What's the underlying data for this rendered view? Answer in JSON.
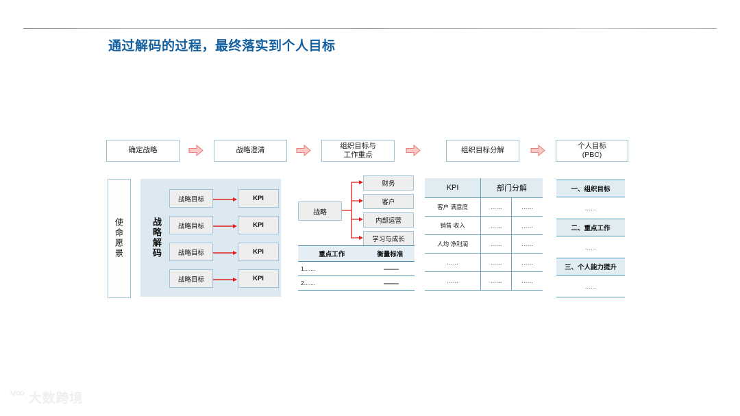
{
  "slide": {
    "title": "通过解码的过程，最终落实到个人目标"
  },
  "flow": {
    "steps": [
      {
        "label": "确定战略",
        "line1": "确定战略",
        "line2": ""
      },
      {
        "label": "战略澄清",
        "line1": "战略澄清",
        "line2": ""
      },
      {
        "label": "组织目标与工作重点",
        "line1": "组织目标与",
        "line2": "工作重点"
      },
      {
        "label": "组织目标分解",
        "line1": "组织目标分解",
        "line2": ""
      },
      {
        "label": "个人目标（PBC）",
        "line1": "个人目标",
        "line2": "(PBC)"
      }
    ],
    "arrow_icon": "right-arrow-icon",
    "arrow_color": "#f2a0a0"
  },
  "mission": {
    "label": "使命愿景"
  },
  "decode": {
    "label": "战略解码",
    "rows": [
      {
        "goal": "战略目标",
        "kpi": "KPI"
      },
      {
        "goal": "战略目标",
        "kpi": "KPI"
      },
      {
        "goal": "战略目标",
        "kpi": "KPI"
      },
      {
        "goal": "战略目标",
        "kpi": "KPI"
      }
    ],
    "panel_color": "#dde9f1"
  },
  "tree": {
    "root": "战略",
    "leaves": [
      "财务",
      "客户",
      "内部运营",
      "学习与成长"
    ],
    "connector_color": "#e02020"
  },
  "focus_table": {
    "headers": [
      "重点工作",
      "衡量标准"
    ],
    "rows": [
      {
        "work": "1.......",
        "measure": "—"
      },
      {
        "work": "2.......",
        "measure": "—"
      }
    ]
  },
  "kpi_table": {
    "headers": [
      "KPI",
      "部门分解"
    ],
    "rows": [
      {
        "kpi": "客户 满意度",
        "c1": "……",
        "c2": "……"
      },
      {
        "kpi": "销售 收入",
        "c1": "……",
        "c2": "……"
      },
      {
        "kpi": "人均 净利润",
        "c1": "……",
        "c2": "……"
      },
      {
        "kpi": "……",
        "c1": "……",
        "c2": "……"
      },
      {
        "kpi": "……",
        "c1": "……",
        "c2": "……"
      }
    ]
  },
  "personal": {
    "items": [
      {
        "title": "一、组织目标",
        "detail": "……"
      },
      {
        "title": "二、重点工作",
        "detail": "……"
      },
      {
        "title": "三、个人能力提升",
        "detail": "……"
      }
    ]
  },
  "watermark": {
    "mark": "ᘁ°°",
    "text": "大数跨境"
  },
  "colors": {
    "title_blue": "#14609f",
    "panel_blue": "#dde9f1",
    "border_blue": "#9ec4d8",
    "rule_teal": "#4f94ae",
    "arrow_pink": "#f2a0a0",
    "red": "#e02020"
  }
}
